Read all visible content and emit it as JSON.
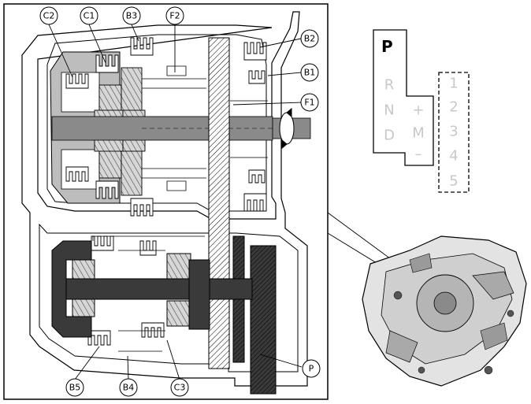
{
  "components": {
    "c2": "C2",
    "c1": "C1",
    "b3": "B3",
    "f2": "F2",
    "b2": "B2",
    "b1": "B1",
    "f1": "F1",
    "b5": "B5",
    "b4": "B4",
    "c3": "C3",
    "p": "P"
  },
  "selector": {
    "park": "P",
    "reverse": "R",
    "neutral": "N",
    "drive": "D",
    "plus": "+",
    "manual": "M",
    "minus": "–",
    "gears": [
      "1",
      "2",
      "3",
      "4",
      "5"
    ]
  },
  "colors": {
    "housing_gray": "#bdbdbd",
    "dark_gear": "#3a3a3a",
    "shaft_gray": "#8a8a8a",
    "ink": "#000000"
  }
}
